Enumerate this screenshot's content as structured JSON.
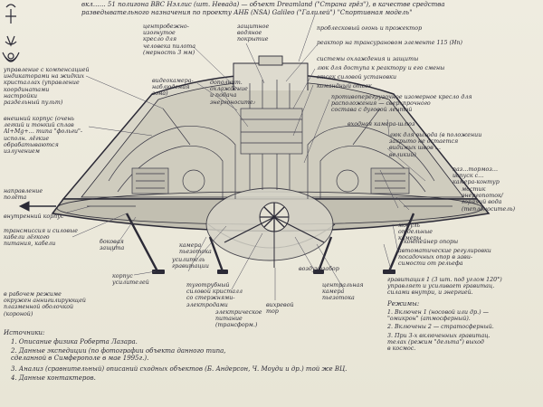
{
  "annotations": {
    "top_line_1": "вкл…… 51 полигона ВВС Нэллис (шт. Невада) — объект Dreamland (\"Страна грёз\"), в качестве средства",
    "top_line_2": "разведывательного назначения по проекту АНБ (NSA) Galileo (\"Галилей\") \"Спортивная модель\"",
    "left_controls": "управление с компенсацией\nиндикаторами на жидких\nкристаллах (управление\nкоординатами\nнастройки\nраздельный пульт)",
    "left_hull": "внешний корпус (очень\nлегкий и тонкий сплав\nAl+Mg+… типа \"фольги\"-\nисполн. лёгкие обрабатываются\nизлучением",
    "left_propulsion": "направление\nполёта",
    "left_inner_hull": "внутренний корпус",
    "left_transmission": "трансмиссия и силовые\nкабели лёгкого\nпитания, кабели",
    "left_booster_protect": "боковая\nзащита",
    "left_bottom_shield": "в рабочем режиме\nокружен аннигилирующей\nплазменной оболочкой\n(короной)",
    "center_pulse": "центробежно-\nизогнутое\nкресло для\nчеловека пилота\n(мерность 3 мм)",
    "center_protect": "защитное\nводяное\nпокрытие",
    "center_camera": "видеокамера-\nнаблюдения\nзона)",
    "center_cooling": "дополнит.\nохлаждение\nи подача\nэнергоносителя",
    "center_amplifier": "камера\nпьезотока",
    "center_gravity": "усилитель\nгравитации",
    "center_booster": "корпус\nусилителей",
    "center_crystal": "туготрубный\nсиловой кристалл\nсо стержнями-\nэлектродами",
    "center_power": "электрическое\nпитание\n(трансформ.)",
    "center_pipe": "воздухозабор",
    "center_bottom_camera": "центральная\nкамера\nпьезотока",
    "center_vortex": "вихревой\nтор",
    "right_fire": "проблесковый огонь и прожектор",
    "right_reactor": "реактор на трансурановом элементе 115 (Нп)",
    "right_system": "системы охлаждения и защиты",
    "right_access": "люк для доступа к реактору и его смены",
    "right_control": "отсек силовой установки",
    "right_compartment": "командный отсек",
    "right_chair": "противоперегрузочное изомерное кресло для\nрасположения — сверхпрочного\nсостава с дуговой лентой",
    "right_hatch": "входная камера-шлюз",
    "right_legs": "люк для выхода (в положении\nзакрыто не остается\nвидимых швов …\nвеликий)",
    "right_antenna": "паз…тормоз…\nиспуск с…\nкамера-контур",
    "right_bridge": "мостик\nэнергопоток/\nгорячий вода\n(теплоноситель)",
    "right_engine": "модуль\nотдельные\nкамеры",
    "right_support": "контейнер опоры",
    "right_regulator": "автоматические регулировки\nпосадочных опор в зави-\nсимости от рельефа",
    "right_gravity_head": "гравитация 1 (3 шт. под углом 120°)\nуправляет и усиливает гравитац.\nсилами внутри, и энергией.",
    "right_modes_title": "Режимы:",
    "right_mode_1": "1. Включен 1 (носовой или др.) —\n\"омикрон\" (атмосферный).",
    "right_mode_2": "2. Включены 2 — стратосферный.",
    "right_mode_3": "3. При 3-х включенных гравитац.\nтелах (режим \"дельта\") выход\nв космос.",
    "sources_title": "Источники:",
    "source_1": "1. Описание физика Роберта Лазара.",
    "source_2": "2. Данные экспедиции (по фотографии объекта данного типа,\n   сделанной в Симферополе в мае 1995г.).",
    "source_3": "3. Анализ (сравнительный) описаний сходных объектов (Б. Андерсон, Ч. Моуди и др.) той же ВЦ.",
    "source_4": "4. Данные контактеров."
  },
  "colors": {
    "paper": "#ece9dc",
    "ink": "#2b2a36",
    "ink_light": "#6a6978",
    "shade": "#b7b5a8"
  },
  "icons": [
    "symbol-mark-icon",
    "arrow-left-icon",
    "crosshair-icon"
  ]
}
